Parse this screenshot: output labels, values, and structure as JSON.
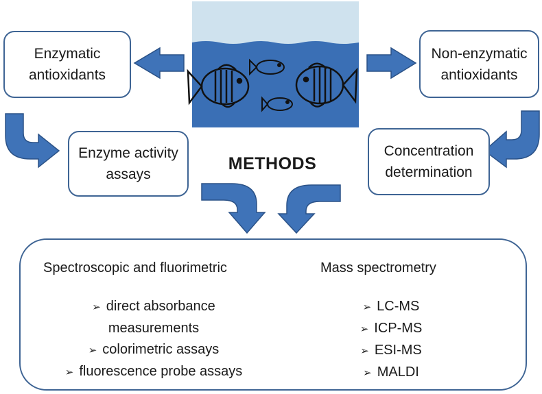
{
  "colors": {
    "box_border": "#3e6494",
    "arrow_fill": "#3f73b8",
    "water": "#3a6fb5",
    "sky": "#cfe2ee"
  },
  "icons": {
    "bullet": "arrowhead-bullet-icon",
    "scene": "fish-in-water-illustration"
  },
  "boxes": {
    "enzymatic": "Enzymatic\nantioxidants",
    "non_enzymatic": "Non-enzymatic\nantioxidants",
    "enzyme_activity": "Enzyme activity\nassays",
    "concentration": "Concentration\ndetermination"
  },
  "methods_title": "METHODS",
  "main": {
    "left_title": "Spectroscopic and fluorimetric",
    "left_items": [
      "direct absorbance\nmeasurements",
      "colorimetric assays",
      "fluorescence probe assays"
    ],
    "right_title": "Mass spectrometry",
    "right_items": [
      "LC-MS",
      "ICP-MS",
      "ESI-MS",
      "MALDI"
    ],
    "bullet": "➢"
  }
}
